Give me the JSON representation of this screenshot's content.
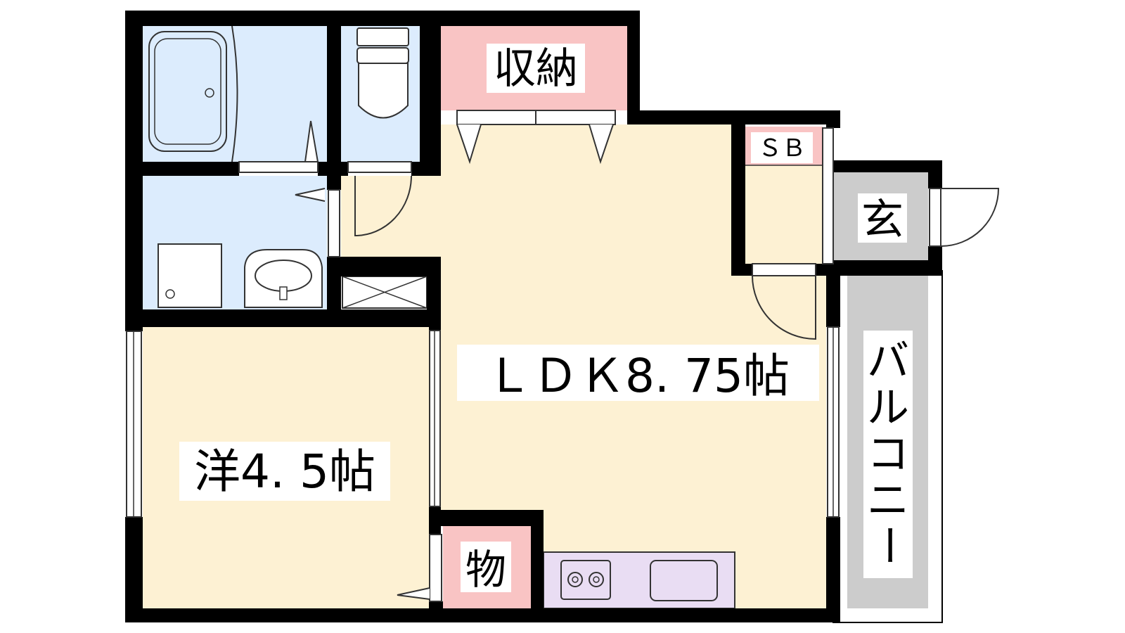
{
  "rooms": {
    "storage": "収納",
    "shoe_box": "ＳＢ",
    "entrance": "玄",
    "ldk": "ＬＤＫ8. 75帖",
    "western_room": "洋4. 5帖",
    "closet": "物",
    "balcony_chars": [
      "バ",
      "ル",
      "コ",
      "ニ",
      "ー"
    ]
  },
  "colors": {
    "wall": "#000000",
    "living_floor": "#fdf1d3",
    "wet_area": "#dcecfd",
    "storage": "#f9c4c4",
    "kitchen": "#e9ddf3",
    "entrance": "#cccccc",
    "balcony": "#cccccc"
  }
}
